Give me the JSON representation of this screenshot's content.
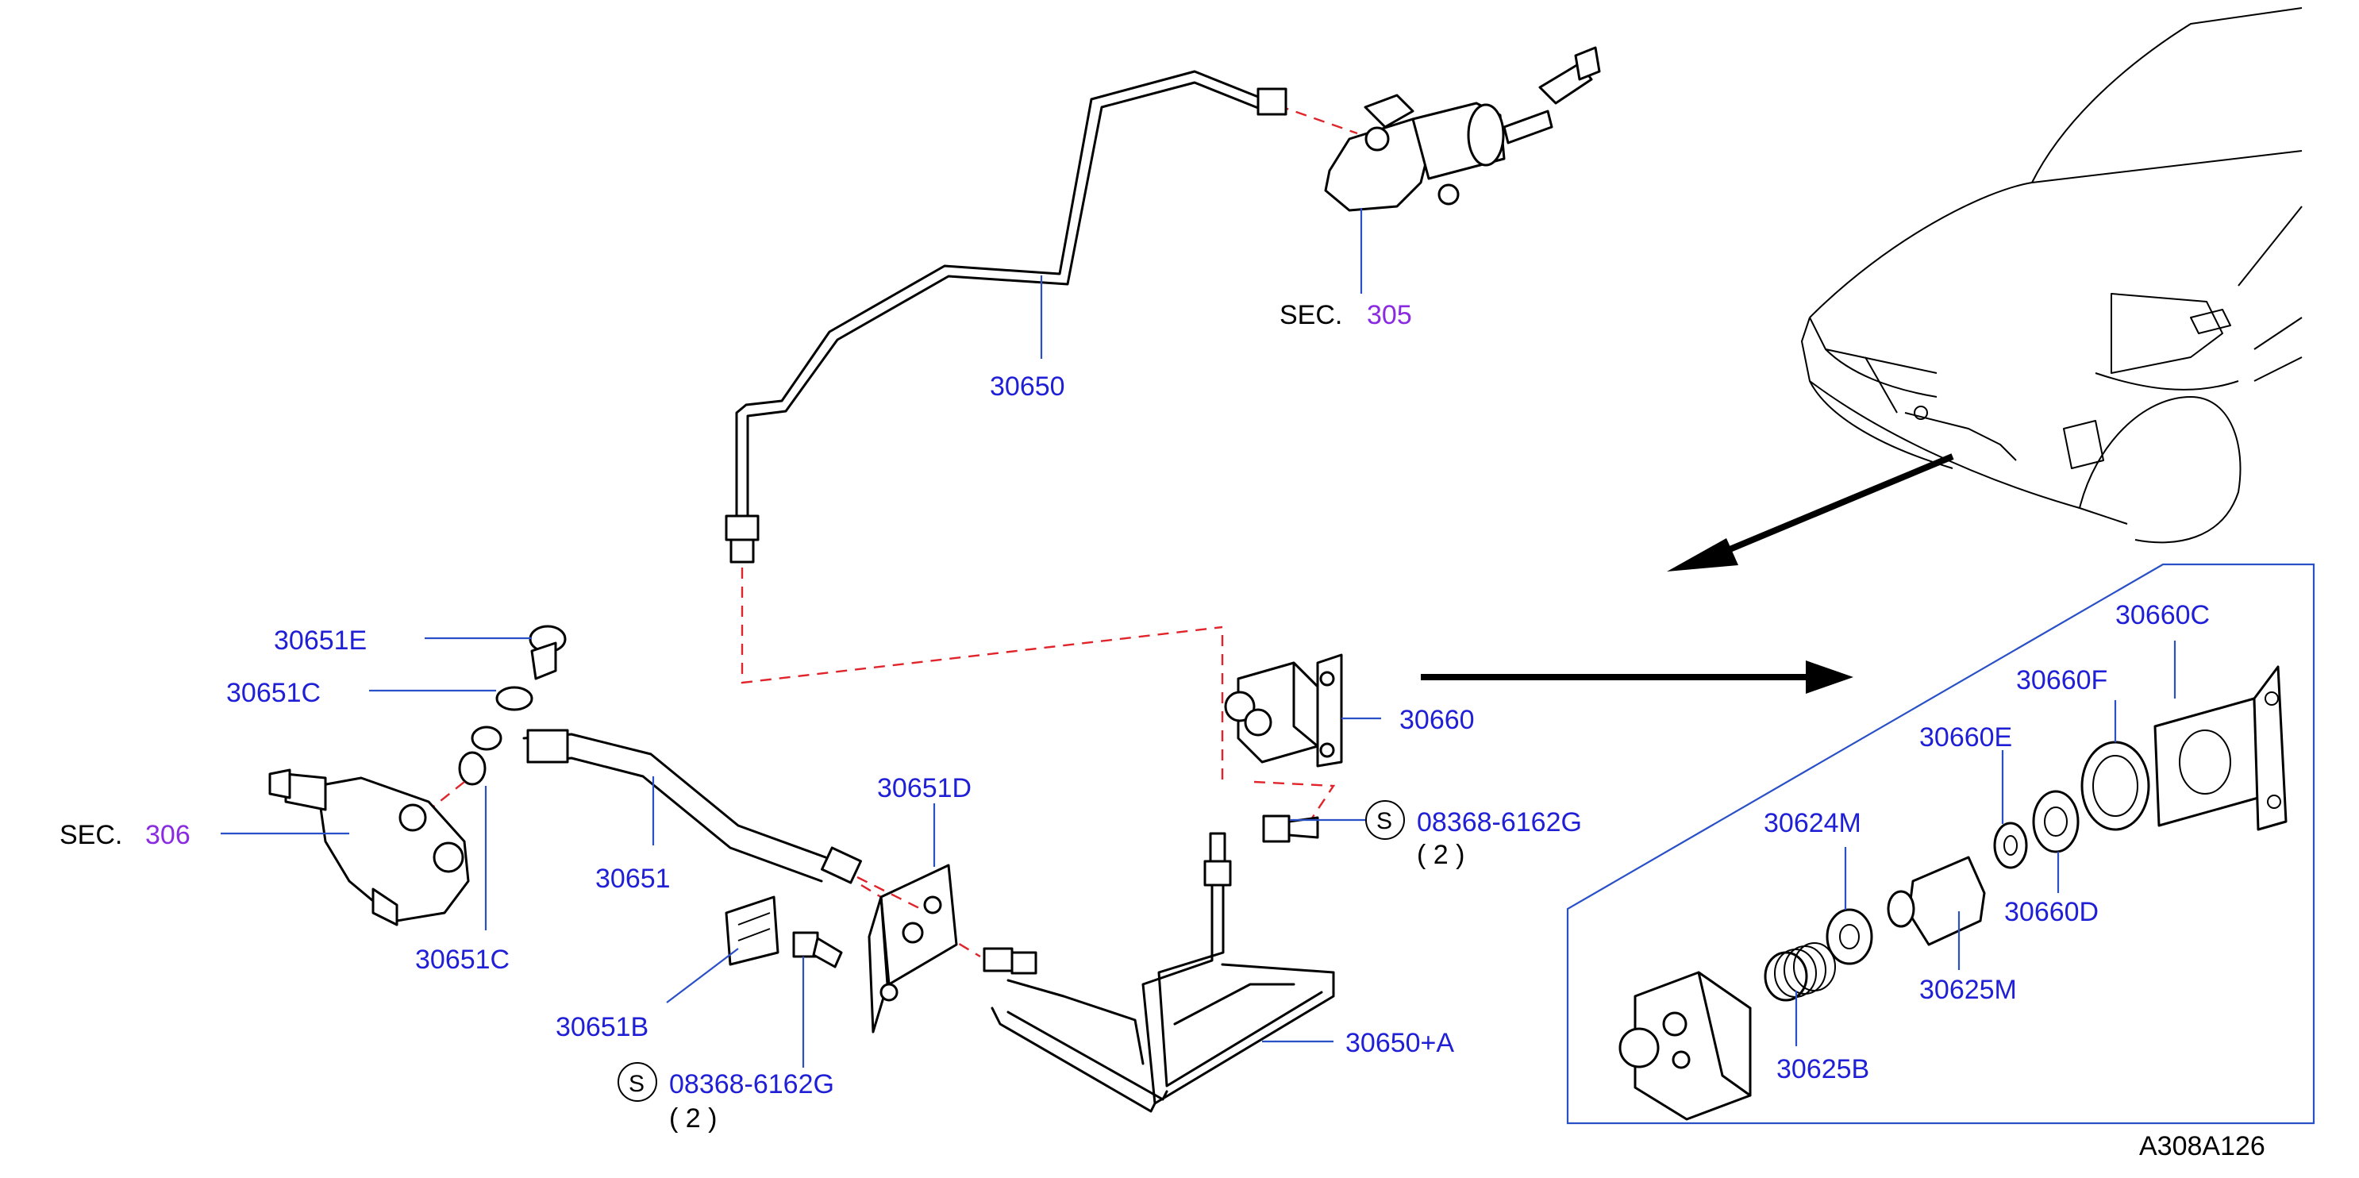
{
  "diagram_id": "A308A126",
  "labels": {
    "p30650": "30650",
    "sec305_prefix": "SEC.",
    "sec305_num": "305",
    "p30651E": "30651E",
    "p30651C_top": "30651C",
    "sec306_prefix": "SEC.",
    "sec306_num": "306",
    "p30651": "30651",
    "p30651C_bottom": "30651C",
    "p30651D": "30651D",
    "p30651B": "30651B",
    "s_symbol_left": "S",
    "bolt_left": "08368-6162G",
    "qty_left": "( 2 )",
    "p30650A": "30650+A",
    "p30660": "30660",
    "s_symbol_right": "S",
    "bolt_right": "08368-6162G",
    "qty_right": "( 2 )",
    "p30660C": "30660C",
    "p30660F": "30660F",
    "p30660E": "30660E",
    "p30624M": "30624M",
    "p30660D": "30660D",
    "p30625M": "30625M",
    "p30625B": "30625B"
  },
  "colors": {
    "part_number": "#1f1fd6",
    "section_number": "#8a2be2",
    "leader_line": "#2a50c8",
    "phantom_line": "#e0242a"
  }
}
